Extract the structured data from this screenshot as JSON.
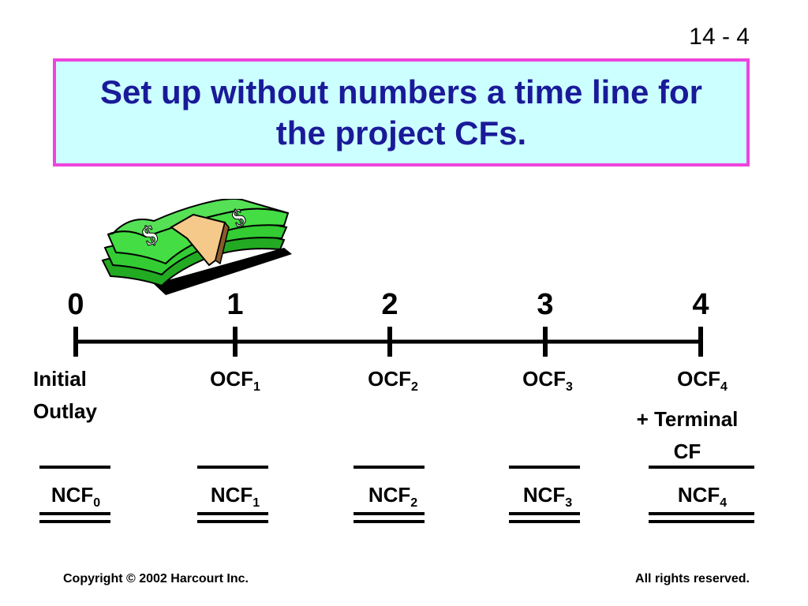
{
  "slide_number": "14 - 4",
  "title": "Set up without numbers a time line for the project CFs.",
  "timeline": {
    "periods": [
      "0",
      "1",
      "2",
      "3",
      "4"
    ]
  },
  "initial_outlay": {
    "line1": "Initial",
    "line2": "Outlay"
  },
  "ocf": [
    {
      "base": "OCF",
      "sub": "1"
    },
    {
      "base": "OCF",
      "sub": "2"
    },
    {
      "base": "OCF",
      "sub": "3"
    },
    {
      "base": "OCF",
      "sub": "4"
    }
  ],
  "terminal": {
    "line1": "+ Terminal",
    "line2": "CF"
  },
  "ncf": [
    {
      "base": "NCF",
      "sub": "0"
    },
    {
      "base": "NCF",
      "sub": "1"
    },
    {
      "base": "NCF",
      "sub": "2"
    },
    {
      "base": "NCF",
      "sub": "3"
    },
    {
      "base": "NCF",
      "sub": "4"
    }
  ],
  "money_icon": "money-stack-icon",
  "colors": {
    "title_border": "#ee44dd",
    "title_background": "#ccffff",
    "title_text": "#1a1a99",
    "money_green": "#33cc33",
    "money_band": "#f5c98a"
  },
  "footer": {
    "copyright": "Copyright © 2002 Harcourt Inc.",
    "rights": "All rights reserved."
  }
}
